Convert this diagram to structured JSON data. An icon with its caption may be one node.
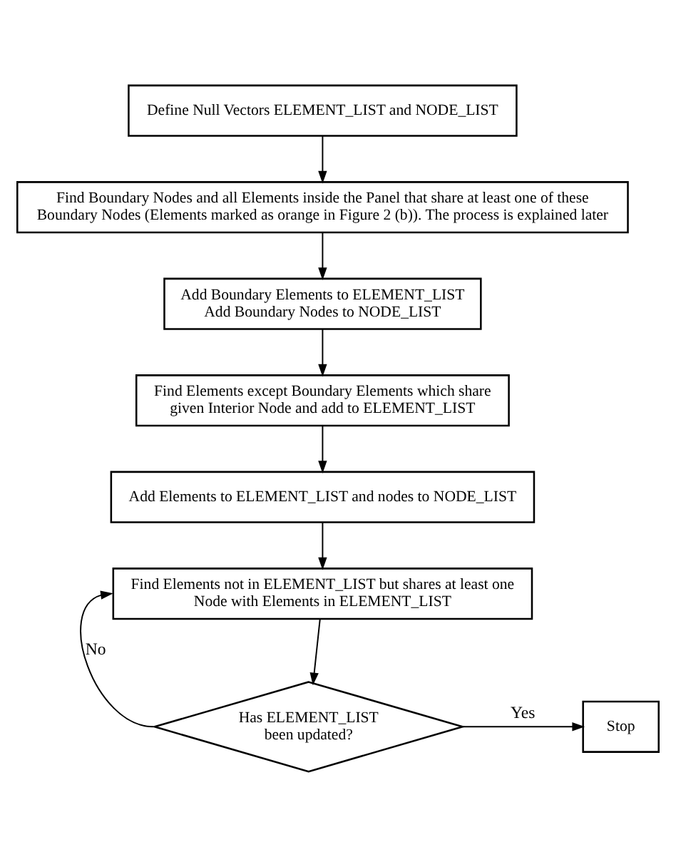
{
  "diagram": {
    "nodes": [
      {
        "text": [
          "Define Null Vectors ELEMENT_LIST and NODE_LIST"
        ]
      },
      {
        "text": [
          "Find Boundary Nodes and all Elements inside the Panel that share at least one of these Boundary Nodes (Elements marked as orange in Figure 2 (b)). The process is explained later"
        ]
      },
      {
        "text": [
          "Add Boundary Elements to ELEMENT_LIST Add Boundary Nodes to NODE_LIST"
        ]
      },
      {
        "text": [
          "Find Elements except Boundary Elements which share given Interior Node and add to ELEMENT_LIST"
        ]
      },
      {
        "text": [
          "Add Elements to ELEMENT_LIST and nodes to NODE_LIST"
        ]
      },
      {
        "text": [
          "Find Elements not in ELEMENT_LIST but shares at least one Node with Elements in ELEMENT_LIST"
        ]
      },
      {
        "text": [
          "Has ELEMENT_LIST been updated?"
        ]
      },
      {
        "text": [
          "Stop"
        ]
      }
    ],
    "edges": [
      {
        "from": 0,
        "to": 1,
        "arrow": "to"
      },
      {
        "from": 1,
        "to": 2,
        "arrow": "to"
      },
      {
        "from": 2,
        "to": 3,
        "arrow": "to"
      },
      {
        "from": 3,
        "to": 4,
        "arrow": "to"
      },
      {
        "from": 4,
        "to": 5,
        "arrow": "to"
      },
      {
        "from": 5,
        "to": 6,
        "arrow": "to"
      },
      {
        "from": 6,
        "to": 5,
        "arrow": "to",
        "label": "No"
      },
      {
        "from": 6,
        "to": 7,
        "arrow": "to",
        "label": "Yes"
      }
    ]
  }
}
